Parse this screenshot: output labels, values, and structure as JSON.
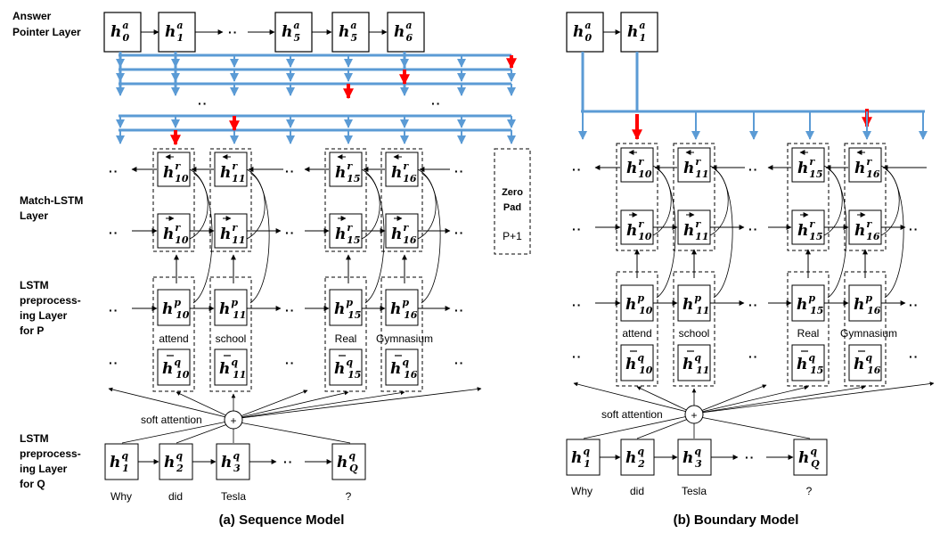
{
  "left_labels": {
    "answer_pointer": [
      "Answer",
      "Pointer Layer"
    ],
    "match_lstm": [
      "Match-LSTM",
      "Layer"
    ],
    "lstm_p": [
      "LSTM",
      "preprocess-",
      "ing Layer",
      "for P"
    ],
    "lstm_q": [
      "LSTM",
      "preprocess-",
      "ing Layer",
      "for Q"
    ]
  },
  "sequence_model": {
    "caption": "(a) Sequence Model",
    "answer_nodes": [
      {
        "sup": "a",
        "sub": "0"
      },
      {
        "sup": "a",
        "sub": "1"
      },
      {
        "sup": "a",
        "sub": "5"
      },
      {
        "sup": "a",
        "sub": "5"
      },
      {
        "sup": "a",
        "sub": "6"
      }
    ],
    "passage_words": [
      "attend",
      "school",
      "Real",
      "Gymnasium"
    ],
    "passage_indices": [
      "10",
      "11",
      "15",
      "16"
    ],
    "zero_pad": [
      "Zero",
      "Pad"
    ],
    "zero_pad_index": "P+1"
  },
  "boundary_model": {
    "caption": "(b) Boundary Model",
    "answer_nodes": [
      {
        "sup": "a",
        "sub": "0"
      },
      {
        "sup": "a",
        "sub": "1"
      }
    ],
    "passage_words": [
      "attend",
      "school",
      "Real",
      "Gymnasium"
    ],
    "passage_indices": [
      "10",
      "11",
      "15",
      "16"
    ]
  },
  "question_nodes": [
    {
      "sup": "q",
      "sub": "1"
    },
    {
      "sup": "q",
      "sub": "2"
    },
    {
      "sup": "q",
      "sub": "3"
    },
    {
      "sup": "q",
      "sub": "Q"
    }
  ],
  "question_words": [
    "Why",
    "did",
    "Tesla",
    "?"
  ],
  "soft_attention": "soft attention",
  "plus_symbol": "+",
  "ellipsis": "··",
  "symbols": {
    "h": "h",
    "r": "r",
    "p": "p",
    "q": "q"
  },
  "colors": {
    "arrow_blue": "#5b9bd5",
    "pointer_red": "#ff0000",
    "ink": "#000000"
  }
}
